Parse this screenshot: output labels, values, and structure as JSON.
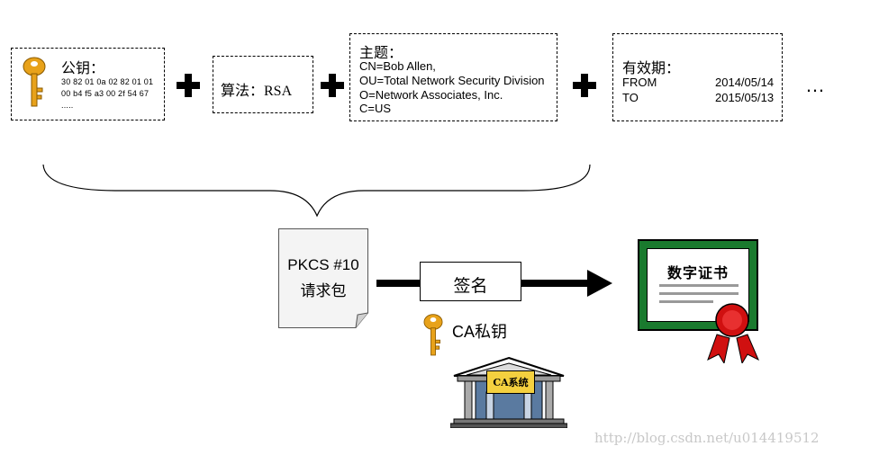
{
  "public_key": {
    "title": "公钥：",
    "lines": [
      "30 82 01 0a 02 82 01 01",
      "00 b4 f5 a3 00 2f 54 67",
      "....."
    ]
  },
  "algorithm": {
    "text": "算法：RSA"
  },
  "subject": {
    "title": "主题：",
    "lines": [
      "CN=Bob Allen,",
      "OU=Total Network Security Division",
      "O=Network Associates, Inc.",
      "C=US"
    ]
  },
  "validity": {
    "title": "有效期：",
    "from_label": "FROM",
    "from_date": "2014/05/14",
    "to_label": "TO",
    "to_date": "2015/05/13"
  },
  "ellipsis": "…",
  "request": {
    "line1": "PKCS #10",
    "line2": "请求包"
  },
  "sign": {
    "label": "签名"
  },
  "ca_key": {
    "label": "CA私钥"
  },
  "ca_system": {
    "label": "CA系统"
  },
  "certificate": {
    "label": "数字证书"
  },
  "watermark": "http://blog.csdn.net/u014419512",
  "colors": {
    "key_gold": "#e8a21a",
    "cert_green": "#1a7a2e",
    "seal_red": "#d01010",
    "watermark": "#c8c8c8"
  }
}
